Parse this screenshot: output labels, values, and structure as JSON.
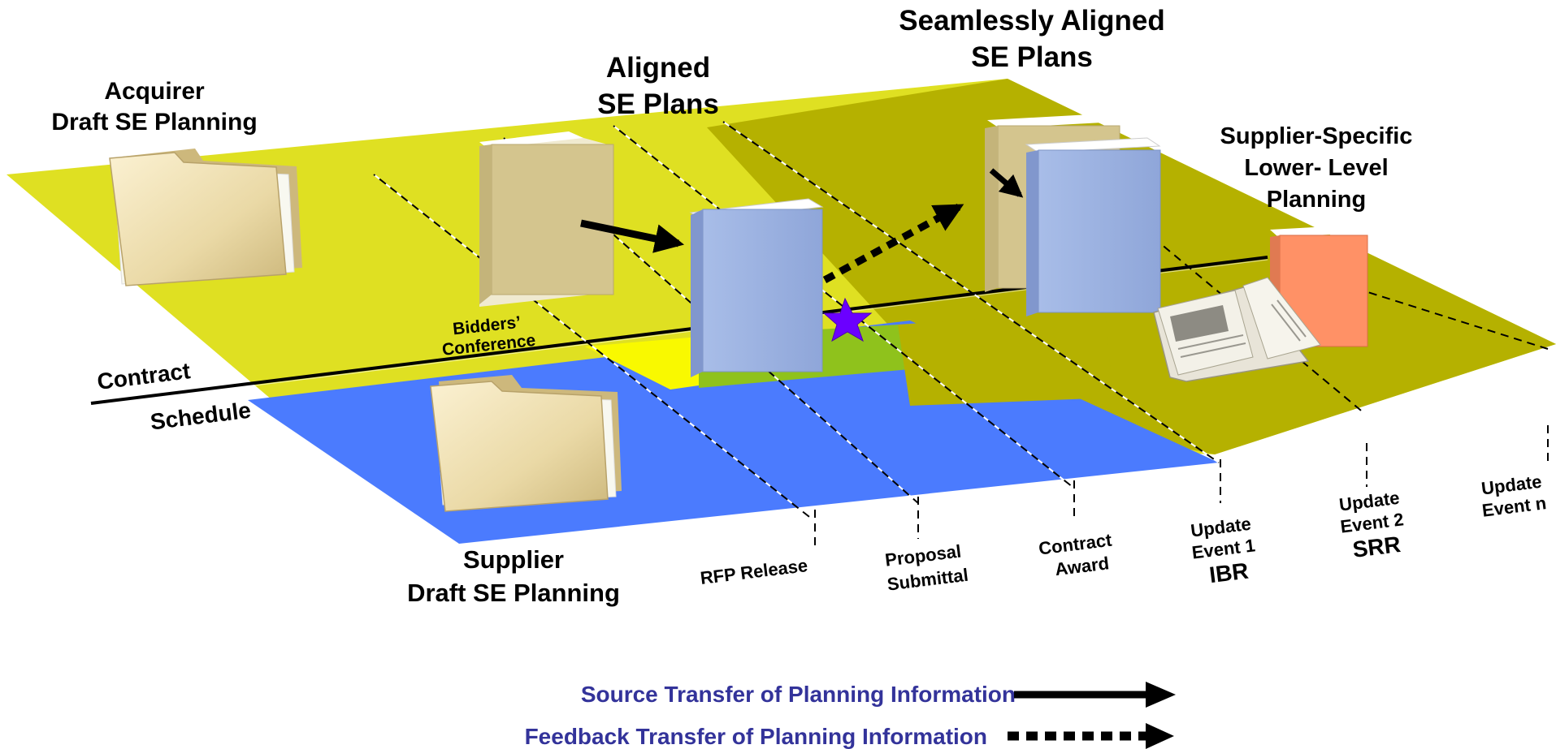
{
  "labels": {
    "acquirer": [
      "Acquirer",
      "Draft SE Planning"
    ],
    "aligned": [
      "Aligned",
      "SE Plans"
    ],
    "seamless": [
      "Seamlessly Aligned",
      "SE Plans"
    ],
    "supplier_specific": [
      "Supplier-Specific",
      "Lower- Level",
      "Planning"
    ],
    "bidders": [
      "Bidders’",
      "Conference"
    ],
    "contract": "Contract",
    "schedule": "Schedule",
    "supplier": [
      "Supplier",
      "Draft SE Planning"
    ]
  },
  "milestones": [
    {
      "lines": [
        "RFP Release"
      ]
    },
    {
      "lines": [
        "Proposal",
        "Submittal"
      ]
    },
    {
      "lines": [
        "Contract",
        "Award"
      ]
    },
    {
      "lines": [
        "Update",
        "Event 1"
      ],
      "tag": "IBR"
    },
    {
      "lines": [
        "Update",
        "Event 2"
      ],
      "tag": "SRR"
    },
    {
      "lines": [
        "Update",
        "Event n"
      ]
    }
  ],
  "legend": {
    "source": "Source Transfer of Planning Information",
    "feedback": "Feedback Transfer of Planning Information"
  },
  "colors": {
    "acquirer_plane": "#dfe022",
    "acquirer_dark": "#b5b100",
    "supplier_plane": "#4b7bfe",
    "overlap_yellow": "#f9f900",
    "overlap_green": "#8fc21c",
    "tan_book": "#d4c58e",
    "blue_book": "#9bb1e1",
    "orange_book": "#ff9166",
    "star": "#6b00ff",
    "legend_text": "#33339a"
  },
  "icons": [
    "folder-icon",
    "book-icon",
    "open-book-icon",
    "star-icon",
    "arrow-icon"
  ]
}
